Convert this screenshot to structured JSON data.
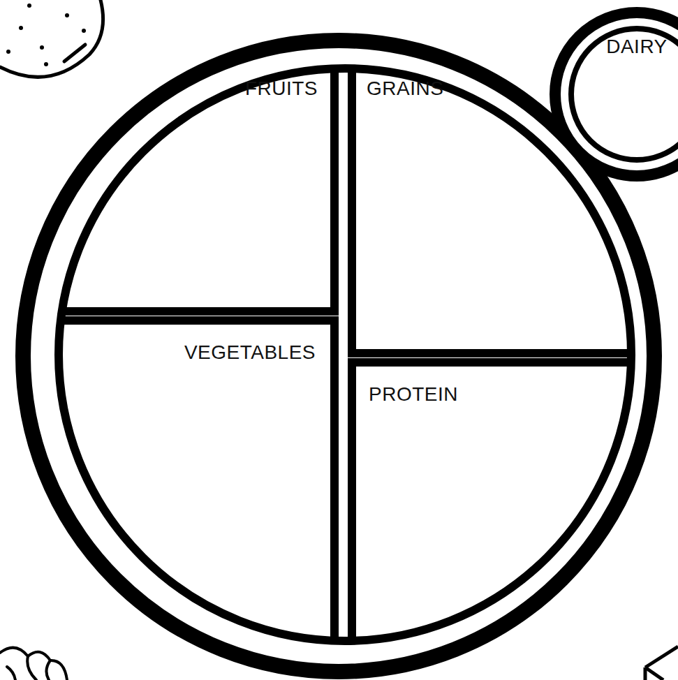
{
  "diagram": {
    "nodes": [
      {
        "text": [
          "FRUITS"
        ]
      },
      {
        "text": [
          "GRAINS"
        ]
      },
      {
        "text": [
          "DAIRY"
        ]
      },
      {
        "text": [
          "VEGETABLES"
        ]
      },
      {
        "text": [
          "PROTEIN"
        ]
      }
    ]
  }
}
